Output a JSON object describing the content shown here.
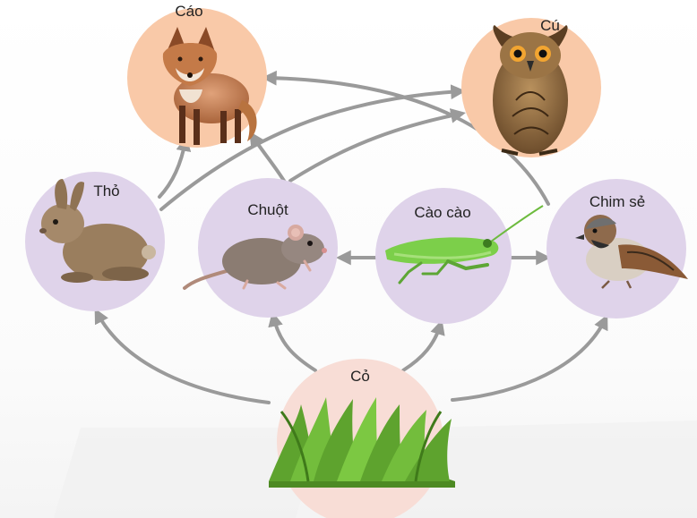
{
  "nodes": {
    "fox": {
      "label": "Cáo",
      "color": "#f9c9a8",
      "icon": "fox-icon"
    },
    "owl": {
      "label": "Cú",
      "color": "#f9c9a8",
      "icon": "owl-icon"
    },
    "rabbit": {
      "label": "Thỏ",
      "color": "#dfd3ea",
      "icon": "rabbit-icon"
    },
    "mouse": {
      "label": "Chuột",
      "color": "#dfd3ea",
      "icon": "mouse-icon"
    },
    "grasshopper": {
      "label": "Cào cào",
      "color": "#dfd3ea",
      "icon": "grasshopper-icon"
    },
    "sparrow": {
      "label": "Chim sẻ",
      "color": "#dfd3ea",
      "icon": "sparrow-icon"
    },
    "grass": {
      "label": "Cỏ",
      "color": "#f8ddd6",
      "icon": "grass-icon"
    }
  },
  "edges": [
    {
      "from": "grass",
      "to": "rabbit"
    },
    {
      "from": "grass",
      "to": "mouse"
    },
    {
      "from": "grass",
      "to": "grasshopper"
    },
    {
      "from": "grass",
      "to": "sparrow"
    },
    {
      "from": "rabbit",
      "to": "fox"
    },
    {
      "from": "rabbit",
      "to": "owl"
    },
    {
      "from": "mouse",
      "to": "fox"
    },
    {
      "from": "mouse",
      "to": "owl"
    },
    {
      "from": "sparrow",
      "to": "fox"
    },
    {
      "from": "grasshopper",
      "to": "mouse"
    },
    {
      "from": "grasshopper",
      "to": "sparrow"
    }
  ],
  "colors": {
    "arrow": "#9a9a9a"
  }
}
